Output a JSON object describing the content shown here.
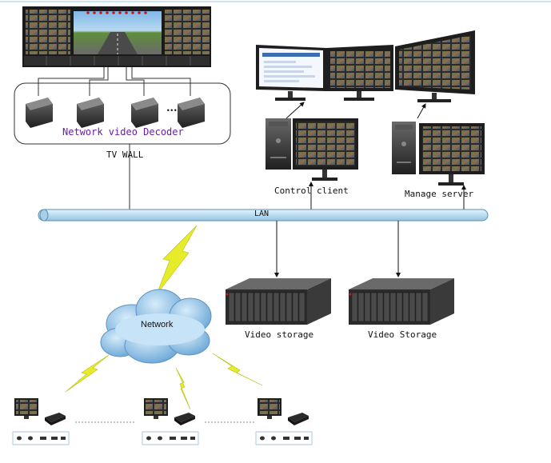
{
  "labels": {
    "decoder": "Network video Decoder",
    "tv_wall": "TV WALL",
    "control_client": "Control client",
    "manage_server": "Manage server",
    "lan": "LAN",
    "network": "Network",
    "video_storage_1": "Video storage",
    "video_storage_2": "Video Storage",
    "ellipsis": "..."
  },
  "colors": {
    "lan_bar": "#c9e3f4",
    "lan_border": "#5b8fb4",
    "decoder_text": "#6a1ea8",
    "lightning": "#e6ec2a",
    "cloud": "#7fb7e0",
    "monitor_bezel": "#222222",
    "device_dark": "#2b2b2b"
  },
  "icons": [
    "tv-wall-icon",
    "decoder-device-icon",
    "monitor-icon",
    "pc-tower-icon",
    "storage-server-icon",
    "cloud-icon",
    "lightning-icon",
    "dvr-icon",
    "camera-icon"
  ]
}
